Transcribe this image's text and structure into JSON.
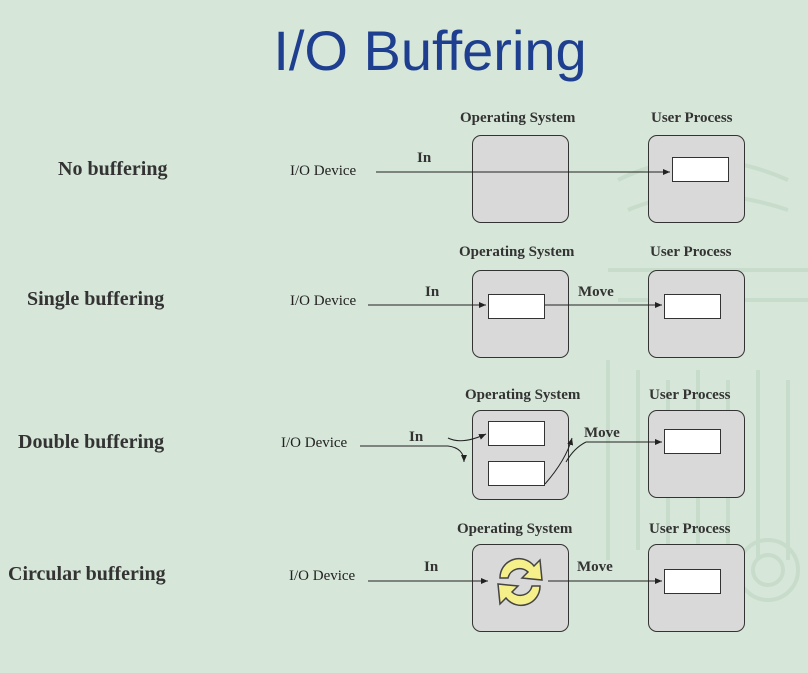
{
  "title": "I/O Buffering",
  "rows": [
    {
      "label": "No buffering",
      "device": "I/O Device",
      "in": "In",
      "os": "Operating System",
      "user": "User Process"
    },
    {
      "label": "Single buffering",
      "device": "I/O Device",
      "in": "In",
      "move": "Move",
      "os": "Operating System",
      "user": "User Process"
    },
    {
      "label": "Double buffering",
      "device": "I/O Device",
      "in": "In",
      "move": "Move",
      "os": "Operating System",
      "user": "User Process"
    },
    {
      "label": "Circular buffering",
      "device": "I/O Device",
      "in": "In",
      "move": "Move",
      "os": "Operating System",
      "user": "User Process"
    }
  ],
  "icons": {
    "circular": "refresh-cycle-icon"
  }
}
